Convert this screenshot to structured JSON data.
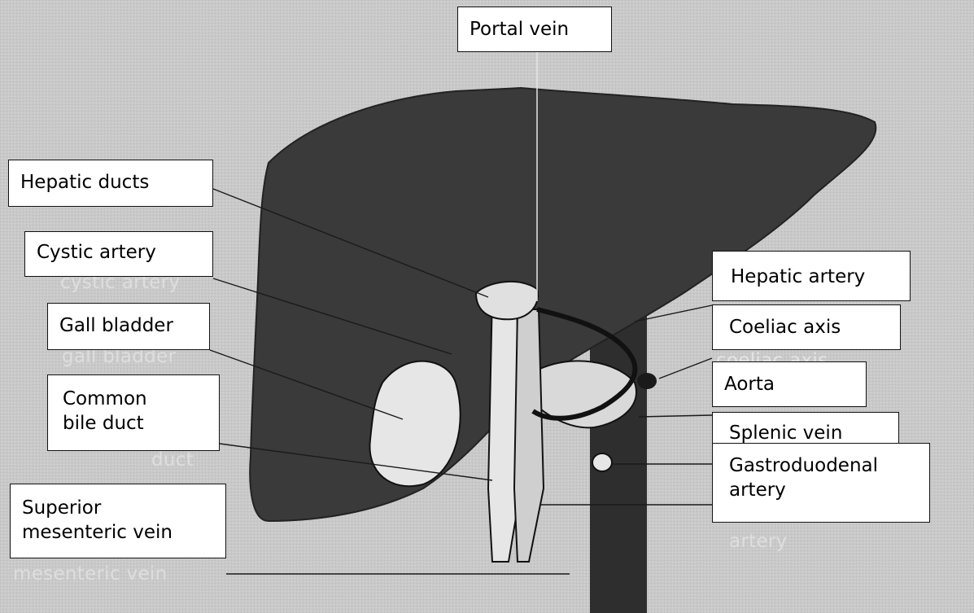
{
  "labels": {
    "portal_vein": "Portal vein",
    "hepatic_ducts": "Hepatic ducts",
    "cystic_artery": "Cystic artery",
    "gall_bladder": "Gall bladder",
    "common_bile_duct_line1": "Common",
    "common_bile_duct_line2": "bile duct",
    "superior_mesenteric_vein_line1": "Superior",
    "superior_mesenteric_vein_line2": "mesenteric vein",
    "hepatic_artery": "Hepatic artery",
    "coeliac_axis": "Coeliac axis",
    "aorta": "Aorta",
    "splenic_vein": "Splenic vein",
    "gastroduodenal_line1": "Gastroduodenal",
    "gastroduodenal_line2": "artery"
  },
  "ghost_labels": {
    "cystic_artery": "cystic artery",
    "gall_bladder": "gall bladder",
    "common_bile_duct": "duct",
    "superior_mesenteric_vein": "mesenteric vein",
    "coeliac_axis": "coeliac axis",
    "gastroduodenal_artery": "artery"
  },
  "colors": {
    "background": "#c8c8c8",
    "liver": "#3a3a3a",
    "aorta": "#2e2e2e",
    "vessel_light": "#e6e6e6",
    "label_bg": "#ffffff",
    "leader_line": "#1a1a1a"
  }
}
